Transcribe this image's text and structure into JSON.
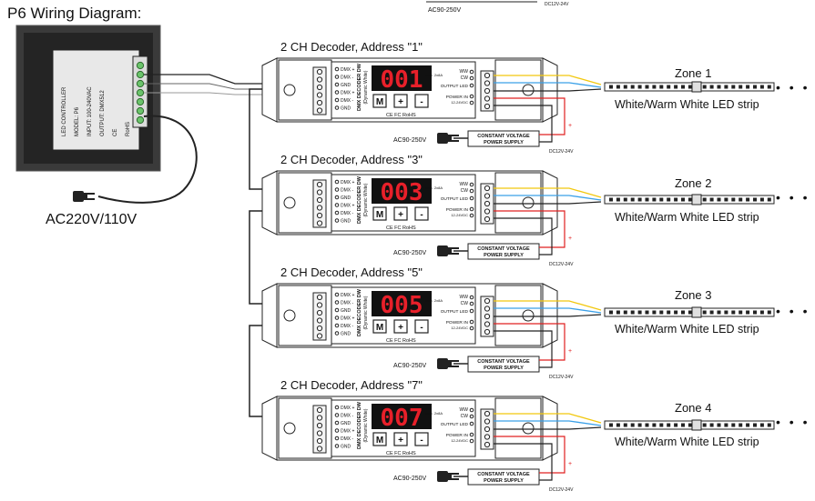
{
  "title": "P6 Wiring Diagram:",
  "mains_label": "AC220V/110V",
  "controller": {
    "label_lines": [
      "LED CONTROLLER",
      "MODEL: P6",
      "INPUT: 100-240VAC",
      "OUTPUT: DMX512",
      "CE",
      "RoHS"
    ]
  },
  "decoders": [
    {
      "heading": "2 CH Decoder, Address \"1\"",
      "display": "001",
      "zone": "Zone 1",
      "strip": "White/Warm White LED strip"
    },
    {
      "heading": "2 CH Decoder, Address \"3\"",
      "display": "003",
      "zone": "Zone 2",
      "strip": "White/Warm White LED strip"
    },
    {
      "heading": "2 CH Decoder, Address \"5\"",
      "display": "005",
      "zone": "Zone 3",
      "strip": "White/Warm White LED strip"
    },
    {
      "heading": "2 CH Decoder, Address \"7\"",
      "display": "007",
      "zone": "Zone 4",
      "strip": "White/Warm White LED strip"
    }
  ],
  "decoder_labels": {
    "dmx_pins": [
      "DMX +",
      "DMX -",
      "GND",
      "DMX +",
      "DMX -",
      "GND"
    ],
    "model": "DMX DECODER DW",
    "model_sub": "(Dynamic White)",
    "buttons": [
      "M",
      "+",
      "-"
    ],
    "certs": "CE FC RoHS",
    "max_current": "max. 2x8A",
    "ww": "WW",
    "cw": "CW",
    "output_led": "OUTPUT LED",
    "power_in": "POWER IN",
    "power_spec": "12-24VDC"
  },
  "power_supply": {
    "line1": "CONSTANT VOLTAGE",
    "line2": "POWER SUPPLY"
  },
  "ac_input": "AC90-250V",
  "dc_output": "DC12V-24V",
  "strip_dots": "• • •",
  "colors": {
    "wire_ww": "#f2c80f",
    "wire_cw": "#3aa0e8",
    "wire_pos": "#e02020",
    "display": "#e8202a"
  }
}
